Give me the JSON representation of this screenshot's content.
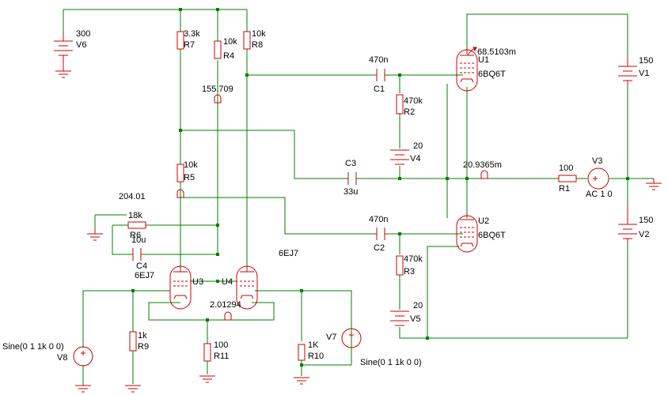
{
  "components": {
    "V6": {
      "name": "V6",
      "value": "300"
    },
    "R7": {
      "name": "R7",
      "value": "3.3k"
    },
    "R4": {
      "name": "R4",
      "value": "10k"
    },
    "R8": {
      "name": "R8",
      "value": "10k"
    },
    "R5": {
      "name": "R5",
      "value": "10k"
    },
    "R6": {
      "name": "R6",
      "value": "18k"
    },
    "C4": {
      "name": "C4",
      "value": "10u"
    },
    "U3": {
      "name": "U3",
      "value": "6EJ7"
    },
    "U4": {
      "name": "U4",
      "value": "6EJ7"
    },
    "R9": {
      "name": "R9",
      "value": "1k"
    },
    "R11": {
      "name": "R11",
      "value": "100"
    },
    "R10": {
      "name": "R10",
      "value": "1K"
    },
    "V8": {
      "name": "V8",
      "value": "Sine(0 1 1k 0 0)"
    },
    "V7": {
      "name": "V7",
      "value": "Sine(0 1 1k 0 0)"
    },
    "C1": {
      "name": "C1",
      "value": "470n"
    },
    "R2": {
      "name": "R2",
      "value": "470k"
    },
    "V4": {
      "name": "V4",
      "value": "20"
    },
    "C3": {
      "name": "C3",
      "value": "33u"
    },
    "C2": {
      "name": "C2",
      "value": "470n"
    },
    "R3": {
      "name": "R3",
      "value": "470k"
    },
    "V5": {
      "name": "V5",
      "value": "20"
    },
    "U1": {
      "name": "U1",
      "value": "6BQ6T"
    },
    "U2": {
      "name": "U2",
      "value": "6BQ6T"
    },
    "R1": {
      "name": "R1",
      "value": "100"
    },
    "V3": {
      "name": "V3",
      "value": "AC 1 0"
    },
    "V1": {
      "name": "V1",
      "value": "150"
    },
    "V2": {
      "name": "V2",
      "value": "150"
    }
  },
  "probes": {
    "p1": "155.709",
    "p2": "204.01",
    "p3": "2.01294",
    "p4": "68.5103m",
    "p5": "20.9365m"
  }
}
